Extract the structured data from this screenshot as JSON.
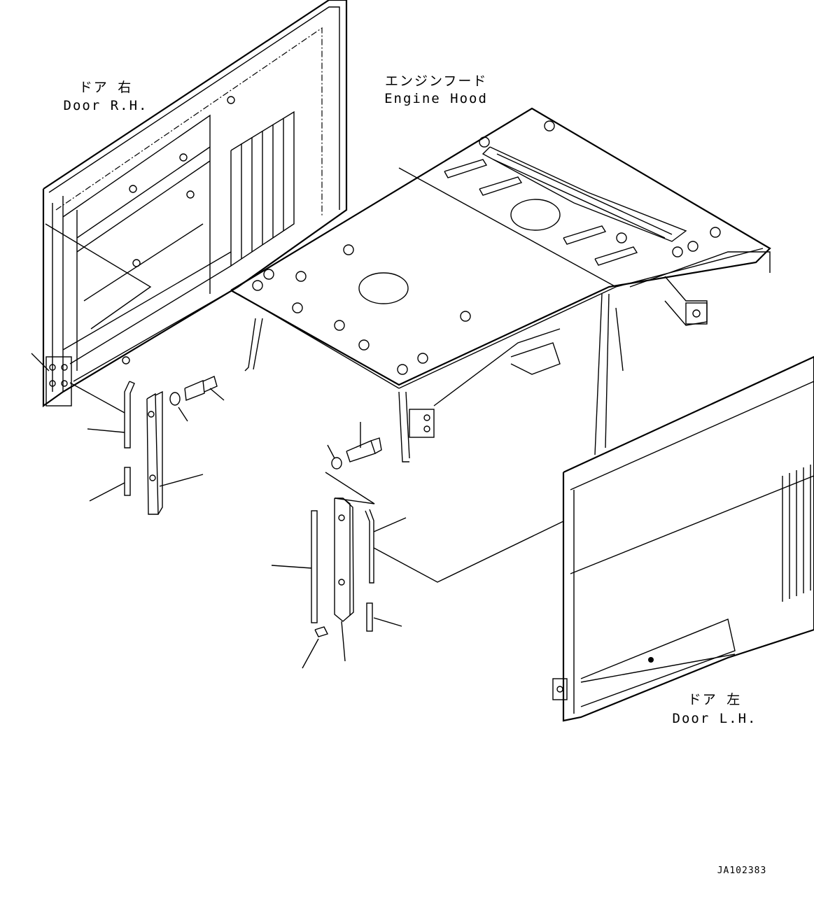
{
  "labels": {
    "door_rh_jp": "ドア 右",
    "door_rh_en": "Door R.H.",
    "engine_hood_jp": "エンジンフード",
    "engine_hood_en": "Engine Hood",
    "door_lh_jp": "ドア 左",
    "door_lh_en": "Door L.H."
  },
  "drawing_code": "JA102383"
}
